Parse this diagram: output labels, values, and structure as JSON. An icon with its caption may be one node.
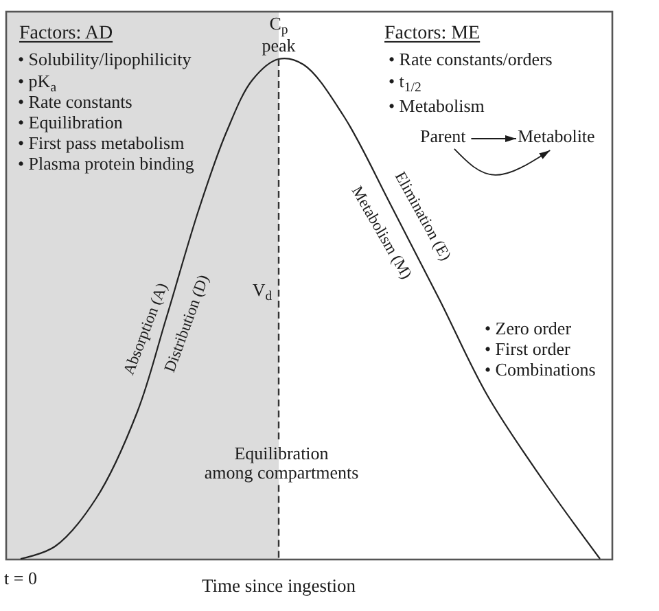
{
  "diagram": {
    "nodes": [
      {
        "text": [
          "Parent"
        ]
      },
      {
        "text": [
          "Metabolite"
        ]
      }
    ],
    "edges": [
      {
        "from": 0,
        "to": 1,
        "arrow": "to"
      },
      {
        "from": 0,
        "to": 1,
        "arrow": "to"
      }
    ],
    "labels": [
      "Factors: AD",
      "• Solubility/lipophilicity",
      "• pK$_{a}$",
      "• Rate constants",
      "• Equilibration",
      "• First pass metabolism",
      "• Plasma protein binding",
      "C$_{p}$",
      "peak",
      "Factors: ME",
      "• Rate constants/orders",
      "• t$_{1/2}$",
      "• Metabolism",
      "Elimination (E)",
      "Metabolism (M)",
      "Absorption (A)",
      "Distribution (D)",
      "V$_{d}$",
      "• Zero order",
      "• First order",
      "• Combinations",
      "Equilibration among compartments",
      "t = 0",
      "Time since ingestion"
    ]
  }
}
